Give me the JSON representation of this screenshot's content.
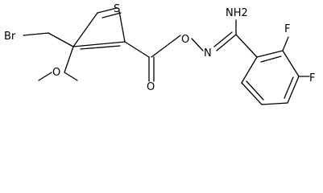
{
  "molecule": {
    "atoms": {
      "sulfur": "S",
      "bromine": "Br",
      "methoxy_oxygen": "O",
      "carbonyl_oxygen": "O",
      "ester_oxygen": "O",
      "imine_nitrogen": "N",
      "amine": "NH2",
      "fluorine_ortho": "F",
      "fluorine_para": "F"
    }
  }
}
